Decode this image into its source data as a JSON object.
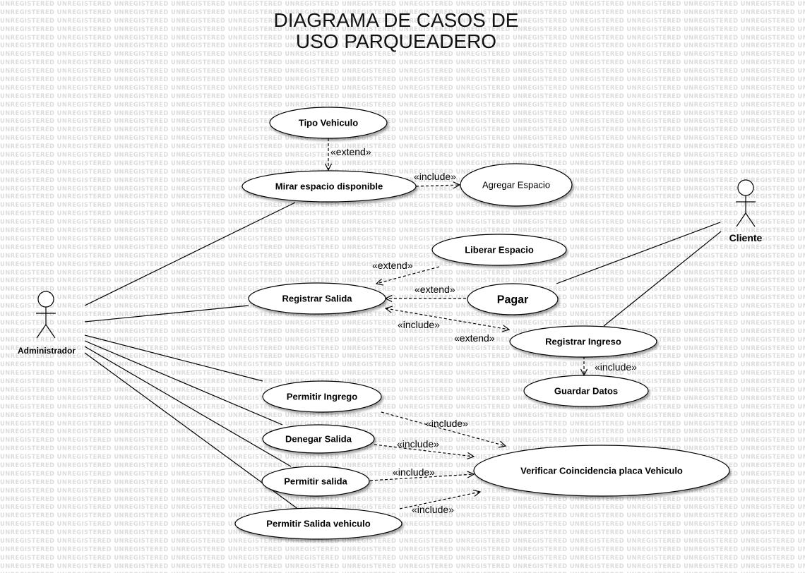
{
  "watermark": "UNREGISTERED",
  "title": {
    "line1": "DIAGRAMA DE CASOS DE",
    "line2": "USO PARQUEADERO"
  },
  "actors": {
    "admin": "Administrador",
    "client": "Cliente"
  },
  "use_cases": {
    "tipo_vehiculo": "Tipo Vehiculo",
    "mirar_espacio": "Mirar espacio disponible",
    "agregar_espacio": "Agregar Espacio",
    "liberar_espacio": "Liberar Espacio",
    "registrar_salida": "Registrar Salida",
    "pagar": "Pagar",
    "registrar_ingreso": "Registrar Ingreso",
    "guardar_datos": "Guardar Datos",
    "permitir_ingrego": "Permitir Ingrego",
    "denegar_salida": "Denegar Salida",
    "permitir_salida": "Permitir salida",
    "permitir_salida_vehiculo": "Permitir Salida vehiculo",
    "verificar_placa": "Verificar Coincidencia placa Vehiculo"
  },
  "relations": {
    "extend_tipo": "«extend»",
    "include_agregar": "«include»",
    "extend_liberar": "«extend»",
    "extend_pagar": "«extend»",
    "include_ingreso": "«include»",
    "extend_ingreso": "«extend»",
    "include_guardar": "«include»",
    "include_ingrego": "«include»",
    "include_denegar": "«include»",
    "include_permitir": "«include»",
    "include_salida_vehiculo": "«include»"
  }
}
